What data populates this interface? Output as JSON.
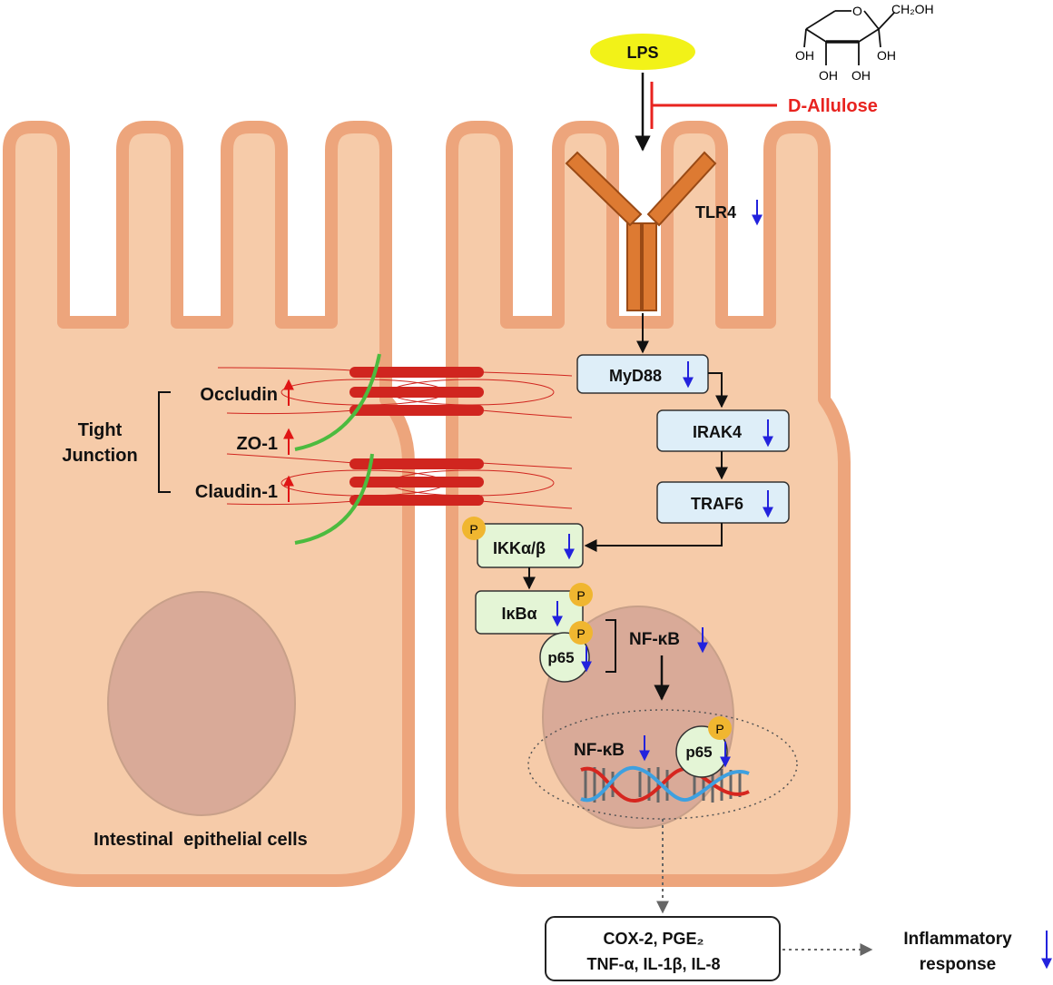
{
  "ligand": {
    "lps": "LPS",
    "inhibitor": "D-Allulose",
    "inhibitor_color": "#e8231f",
    "structure_atoms": {
      "ring_o": "O",
      "ch2oh": "CH₂OH",
      "oh_1": "OH",
      "oh_2": "OH",
      "oh_3": "OH",
      "oh_4": "OH"
    }
  },
  "receptor": {
    "label": "TLR4"
  },
  "pathway": {
    "myd88": "MyD88",
    "irak4": "IRAK4",
    "traf6": "TRAF6",
    "ikk": "IKKα/β",
    "ikba": "IκBα",
    "p65": "p65",
    "phospho": "P",
    "nfkb": "NF-κB",
    "nfkb_nucleus": "NF-κB",
    "p65_nucleus": "p65"
  },
  "tight_junction": {
    "title_line1": "Tight",
    "title_line2": "Junction",
    "occludin": "Occludin",
    "zo1": "ZO-1",
    "claudin1": "Claudin-1"
  },
  "cell_label": "Intestinal  epithelial cells",
  "output": {
    "line1": "COX-2, PGE₂",
    "line2": "TNF-α, IL-1β, IL-8",
    "response_line1": "Inflammatory",
    "response_line2": "response"
  },
  "colors": {
    "cell_fill": "#f6cba9",
    "cell_border": "#eda57c",
    "nucleus": "#d9aa98",
    "receptor": "#dd7a32",
    "blue_box": "#deeef8",
    "green_box": "#e4f5d6",
    "phospho": "#f0b630",
    "up_arrow": "#e01515",
    "down_arrow": "#2222dd",
    "tj_strand": "#d0251f",
    "zo1_line": "#4cbb3f"
  }
}
